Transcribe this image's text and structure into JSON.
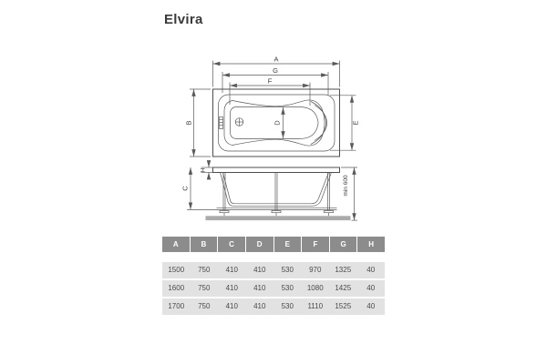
{
  "title": "Elvira",
  "diagram": {
    "top_view": {
      "dim_overall_length": "A",
      "dim_rim_length": "G",
      "dim_inner_length": "F",
      "dim_overall_width": "B",
      "dim_inner_width": "E",
      "dim_bottom_width": "D",
      "drain_icon": "drain-symbol"
    },
    "side_view": {
      "dim_depth": "C",
      "dim_rim_thickness": "H",
      "dim_min_install_height": "min 600"
    }
  },
  "table": {
    "columns": [
      "A",
      "B",
      "C",
      "D",
      "E",
      "F",
      "G",
      "H"
    ],
    "rows": [
      [
        "1500",
        "750",
        "410",
        "410",
        "530",
        "970",
        "1325",
        "40"
      ],
      [
        "1600",
        "750",
        "410",
        "410",
        "530",
        "1080",
        "1425",
        "40"
      ],
      [
        "1700",
        "750",
        "410",
        "410",
        "530",
        "1110",
        "1525",
        "40"
      ]
    ]
  },
  "colors": {
    "header_bg": "#8c8c8c",
    "header_text": "#ffffff",
    "row_bg": "#e2e2e2",
    "row_text": "#4a4a4a",
    "line": "#4d4d4d",
    "floor": "#ababab"
  }
}
